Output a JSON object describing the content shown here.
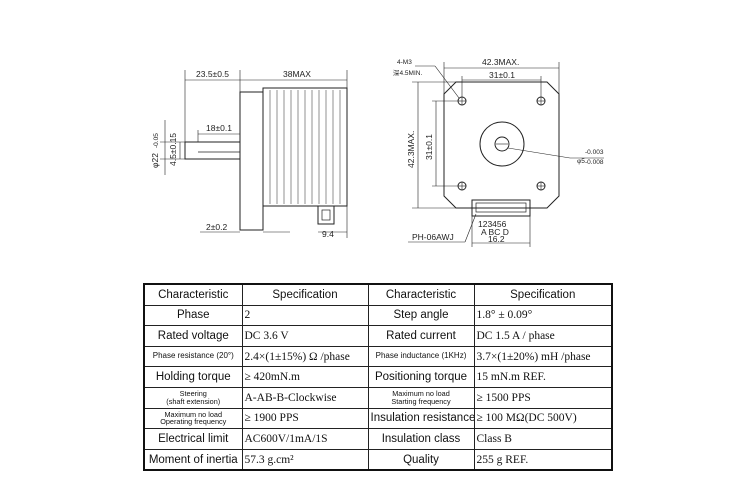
{
  "drawing": {
    "side_view": {
      "shaft_length": "23.5±0.5",
      "body_length": "38MAX",
      "shaft_diameter": "φ22",
      "shaft_diameter_tol": "-0.05",
      "shaft_flat_length": "18±0.1",
      "shaft_flat_depth": "4.5±0.15",
      "flange_thickness": "2±0.2",
      "connector_depth": "9.4"
    },
    "front_view": {
      "holes": "4-M3",
      "hole_depth": "深4.5MIN.",
      "width_max": "42.3MAX.",
      "hole_pitch_x": "31±0.1",
      "height_max": "42.3MAX.",
      "hole_pitch_y": "31±0.1",
      "bore_diameter": "φ5",
      "bore_tol_upper": "-0.003",
      "bore_tol_lower": "-0.008",
      "pin_numbers": "123456",
      "pin_letters": "A BC D",
      "connector_width": "16.2",
      "connector_part": "PH-06AWJ"
    }
  },
  "specs": {
    "header": {
      "characteristic": "Characteristic",
      "specification": "Specification"
    },
    "rows": [
      {
        "c1": "Phase",
        "v1": "2",
        "c2": "Step angle",
        "v2": "1.8°  ± 0.09°"
      },
      {
        "c1": "Rated voltage",
        "v1": "DC 3.6 V",
        "c2": "Rated current",
        "v2": "DC  1.5 A / phase"
      },
      {
        "c1": "Phase resistance (20°)",
        "v1": "2.4×(1±15%) Ω /phase",
        "c2": "Phase inductance (1KHz)",
        "v2": "3.7×(1±20%) mH /phase"
      },
      {
        "c1": "Holding torque",
        "v1": "≥  420mN.m",
        "c2": "Positioning torque",
        "v2": "15 mN.m  REF."
      },
      {
        "c1a": "Steering",
        "c1b": "(shaft extension)",
        "v1": "A-AB-B-Clockwise",
        "c2a": "Maximum no load",
        "c2b": "Starting frequency",
        "v2": "≥ 1500 PPS"
      },
      {
        "c1a": "Maximum no load",
        "c1b": "Operating frequency",
        "v1": "≥ 1900 PPS",
        "c2": "Insulation resistance",
        "v2": "≥ 100 MΩ(DC 500V)"
      },
      {
        "c1": "Electrical limit",
        "v1": "AC600V/1mA/1S",
        "c2": "Insulation class",
        "v2": "Class B"
      },
      {
        "c1": "Moment of inertia",
        "v1": "57.3  g.cm²",
        "c2": "Quality",
        "v2": "255 g  REF."
      }
    ]
  }
}
